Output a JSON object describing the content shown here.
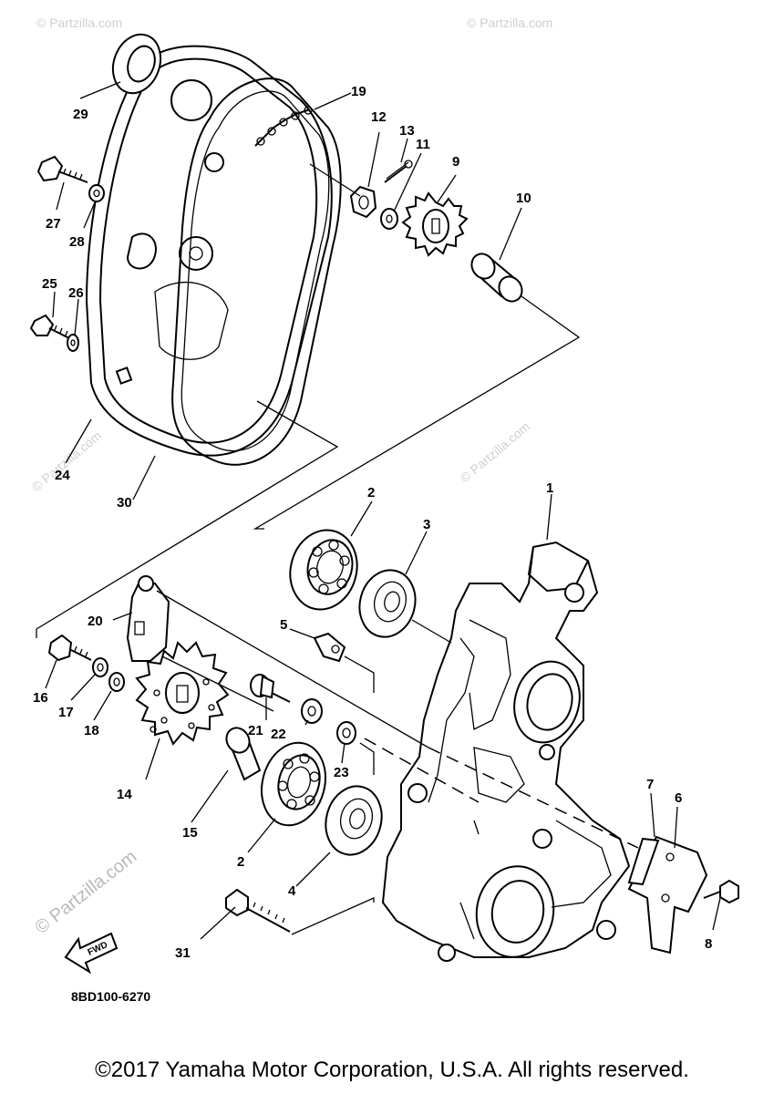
{
  "diagram": {
    "callouts": [
      {
        "id": "1",
        "label": "1"
      },
      {
        "id": "2a",
        "label": "2"
      },
      {
        "id": "2b",
        "label": "2"
      },
      {
        "id": "3",
        "label": "3"
      },
      {
        "id": "4",
        "label": "4"
      },
      {
        "id": "5",
        "label": "5"
      },
      {
        "id": "6",
        "label": "6"
      },
      {
        "id": "7",
        "label": "7"
      },
      {
        "id": "8",
        "label": "8"
      },
      {
        "id": "9",
        "label": "9"
      },
      {
        "id": "10",
        "label": "10"
      },
      {
        "id": "11",
        "label": "11"
      },
      {
        "id": "12",
        "label": "12"
      },
      {
        "id": "13",
        "label": "13"
      },
      {
        "id": "14",
        "label": "14"
      },
      {
        "id": "15",
        "label": "15"
      },
      {
        "id": "16",
        "label": "16"
      },
      {
        "id": "17",
        "label": "17"
      },
      {
        "id": "18",
        "label": "18"
      },
      {
        "id": "19",
        "label": "19"
      },
      {
        "id": "20",
        "label": "20"
      },
      {
        "id": "21",
        "label": "21"
      },
      {
        "id": "22",
        "label": "22"
      },
      {
        "id": "23",
        "label": "23"
      },
      {
        "id": "24",
        "label": "24"
      },
      {
        "id": "25",
        "label": "25"
      },
      {
        "id": "26",
        "label": "26"
      },
      {
        "id": "27",
        "label": "27"
      },
      {
        "id": "28",
        "label": "28"
      },
      {
        "id": "29",
        "label": "29"
      },
      {
        "id": "30",
        "label": "30"
      },
      {
        "id": "31",
        "label": "31"
      }
    ],
    "part_code": "8BD100-6270",
    "fwd_label": "FWD",
    "watermark": "© Partzilla.com",
    "watermark_short": "© Partzilla.com"
  },
  "footer": {
    "copyright": "©2017 Yamaha Motor Corporation, U.S.A. All rights reserved."
  }
}
